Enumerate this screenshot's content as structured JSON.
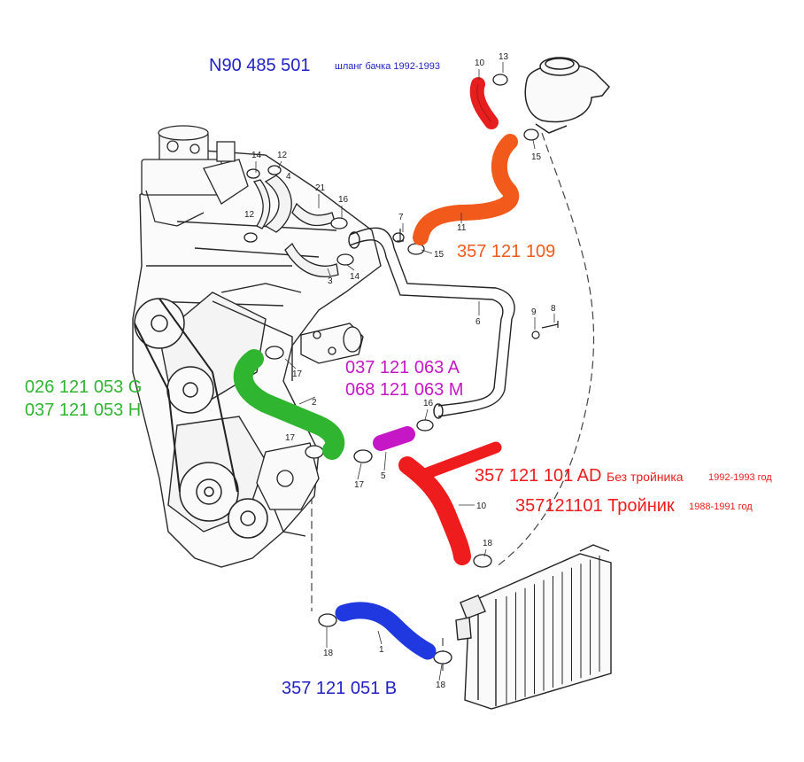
{
  "colors": {
    "blue": "#1f1fc8",
    "orange": "#f05a1a",
    "magenta": "#c617c6",
    "green": "#2fb52f",
    "red": "#ee1c1c",
    "line": "#222222"
  },
  "parts": {
    "tank_hose": {
      "number": "N90 485 501",
      "note": "шланг бачка 1992-1993"
    },
    "upper_hose": {
      "number": "357 121 109"
    },
    "flange": {
      "number_a": "037 121 063 A",
      "number_m": "068 121 063 M"
    },
    "green_hose": {
      "number_g": "026 121 053 G",
      "number_h": "037 121 053 H"
    },
    "red_hose": {
      "number_ad": "357 121 101 AD",
      "note_ad": "Без тройника",
      "years_ad": "1992-1993 год",
      "number_t": "357121101 Тройник",
      "years_t": "1988-1991 год"
    },
    "lower_hose": {
      "number": "357 121 051 B"
    }
  },
  "callouts": {
    "c1": "1",
    "c2": "2",
    "c3": "3",
    "c4": "4",
    "c5": "5",
    "c6": "6",
    "c7": "7",
    "c8": "8",
    "c9": "9",
    "c10": "10",
    "c11": "11",
    "c12": "12",
    "c13": "13",
    "c14": "14",
    "c15": "15",
    "c16": "16",
    "c17": "17",
    "c18": "18",
    "c21": "21"
  }
}
